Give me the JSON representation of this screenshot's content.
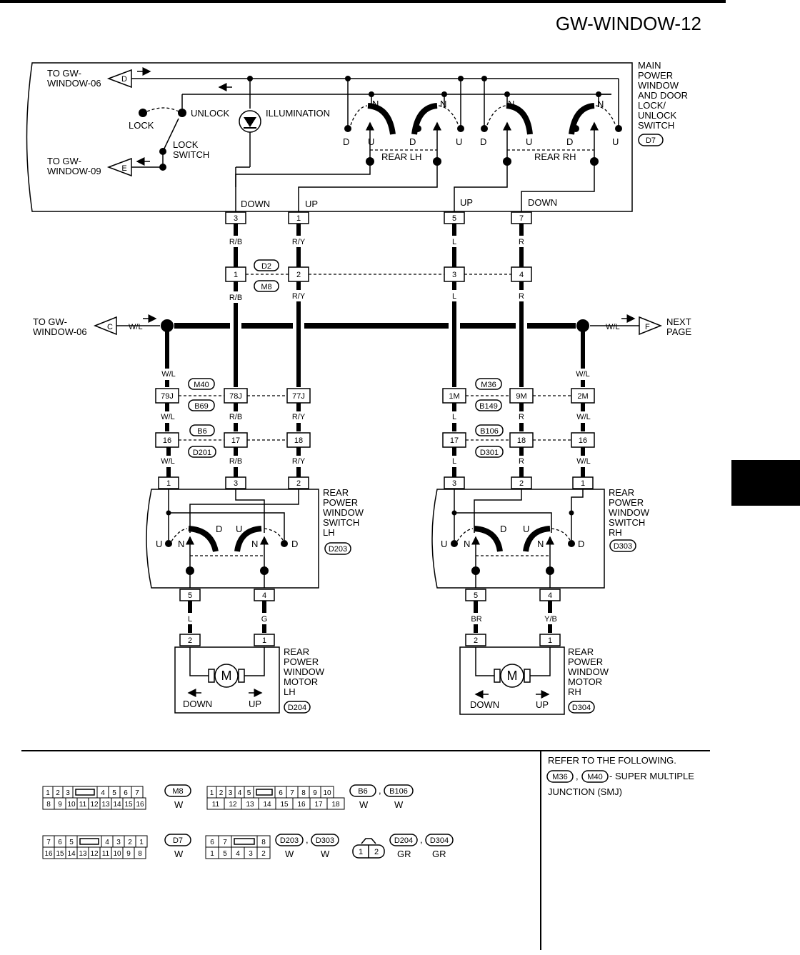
{
  "page_id": "GW-WINDOW-12",
  "main_switch": {
    "name": "MAIN\nPOWER\nWINDOW\nAND DOOR\nLOCK/\nUNLOCK\nSWITCH",
    "connector": "D7",
    "to_gw_06": "TO GW-\nWINDOW-06",
    "to_gw_09": "TO GW-\nWINDOW-09",
    "flag_d": "D",
    "flag_e": "E",
    "lock": "LOCK",
    "unlock": "UNLOCK",
    "illumination": "ILLUMINATION",
    "lock_switch": "LOCK\nSWITCH",
    "rear_lh": "REAR LH",
    "rear_rh": "REAR RH",
    "n": "N",
    "d": "D",
    "u": "U",
    "terminals": [
      {
        "pin": "3",
        "label": "DOWN"
      },
      {
        "pin": "1",
        "label": "UP"
      },
      {
        "pin": "5",
        "label": "UP"
      },
      {
        "pin": "7",
        "label": "DOWN"
      }
    ]
  },
  "wire_colors": {
    "rb": "R/B",
    "ry": "R/Y",
    "l": "L",
    "r": "R",
    "wl": "W/L",
    "g": "G",
    "br": "BR",
    "yb": "Y/B"
  },
  "joint_d2m8": {
    "top": "D2",
    "bottom": "M8",
    "pins": [
      "1",
      "2",
      "3",
      "4"
    ]
  },
  "bus": {
    "left_label": "TO GW-\nWINDOW-06",
    "left_flag": "C",
    "right_label": "NEXT\nPAGE",
    "right_flag": "F"
  },
  "smj_left": {
    "top": "M40",
    "bottom": "B69",
    "pins": [
      "79J",
      "78J",
      "77J"
    ]
  },
  "smj_right": {
    "top": "M36",
    "bottom": "B149",
    "pins": [
      "1M",
      "9M",
      "2M"
    ]
  },
  "jc_left": {
    "top": "B6",
    "bottom": "D201",
    "pins": [
      "16",
      "17",
      "18"
    ]
  },
  "jc_right": {
    "top": "B106",
    "bottom": "D301",
    "pins": [
      "17",
      "18",
      "16"
    ]
  },
  "rear_switch_lh": {
    "name": "REAR\nPOWER\nWINDOW\nSWITCH\nLH",
    "connector": "D203",
    "top_pins": [
      "1",
      "3",
      "2"
    ],
    "bottom_pins": [
      "5",
      "4"
    ]
  },
  "rear_switch_rh": {
    "name": "REAR\nPOWER\nWINDOW\nSWITCH\nRH",
    "connector": "D303",
    "top_pins": [
      "3",
      "2",
      "1"
    ],
    "bottom_pins": [
      "5",
      "4"
    ]
  },
  "motor_lh": {
    "name": "REAR\nPOWER\nWINDOW\nMOTOR\nLH",
    "connector": "D204",
    "pins": [
      "2",
      "1"
    ],
    "m": "M",
    "down": "DOWN",
    "up": "UP"
  },
  "motor_rh": {
    "name": "REAR\nPOWER\nWINDOW\nMOTOR\nRH",
    "connector": "D304",
    "pins": [
      "2",
      "1"
    ],
    "m": "M",
    "down": "DOWN",
    "up": "UP"
  },
  "refer": {
    "line1": "REFER TO THE FOLLOWING.",
    "c1": "M36",
    "comma": ",",
    "c2": "M40",
    "line2": "- SUPER MULTIPLE",
    "line3": "JUNCTION (SMJ)"
  },
  "connector_views": {
    "m8": {
      "id": "M8",
      "color": "W",
      "row1": [
        "1",
        "2",
        "3",
        "",
        "4",
        "5",
        "6",
        "7"
      ],
      "row2": [
        "8",
        "9",
        "10",
        "11",
        "12",
        "13",
        "14",
        "15",
        "16"
      ]
    },
    "b6": {
      "id": "B6",
      "id2": "B106",
      "color": "W",
      "color2": "W",
      "row1": [
        "1",
        "2",
        "3",
        "4",
        "5",
        "",
        "6",
        "7",
        "8",
        "9",
        "10"
      ],
      "row2": [
        "11",
        "12",
        "13",
        "14",
        "15",
        "16",
        "17",
        "18"
      ]
    },
    "d7": {
      "id": "D7",
      "color": "W",
      "row1": [
        "7",
        "6",
        "5",
        "",
        "4",
        "3",
        "2",
        "1"
      ],
      "row2": [
        "16",
        "15",
        "14",
        "13",
        "12",
        "11",
        "10",
        "9",
        "8"
      ]
    },
    "d203": {
      "id": "D203",
      "id2": "D303",
      "color": "W",
      "color2": "W",
      "row1": [
        "6",
        "7",
        "",
        "8"
      ],
      "row2": [
        "1",
        "5",
        "4",
        "3",
        "2"
      ]
    },
    "d204": {
      "id": "D204",
      "id2": "D304",
      "color": "GR",
      "color2": "GR",
      "pins": [
        "1",
        "2"
      ]
    }
  }
}
